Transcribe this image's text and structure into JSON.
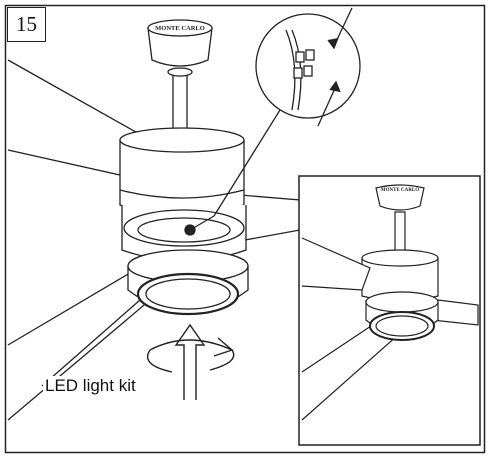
{
  "step_number": "15",
  "brand_text": "MONTE CARLO",
  "caption": "LED light kit",
  "colors": {
    "line": "#222222",
    "background": "#ffffff"
  }
}
